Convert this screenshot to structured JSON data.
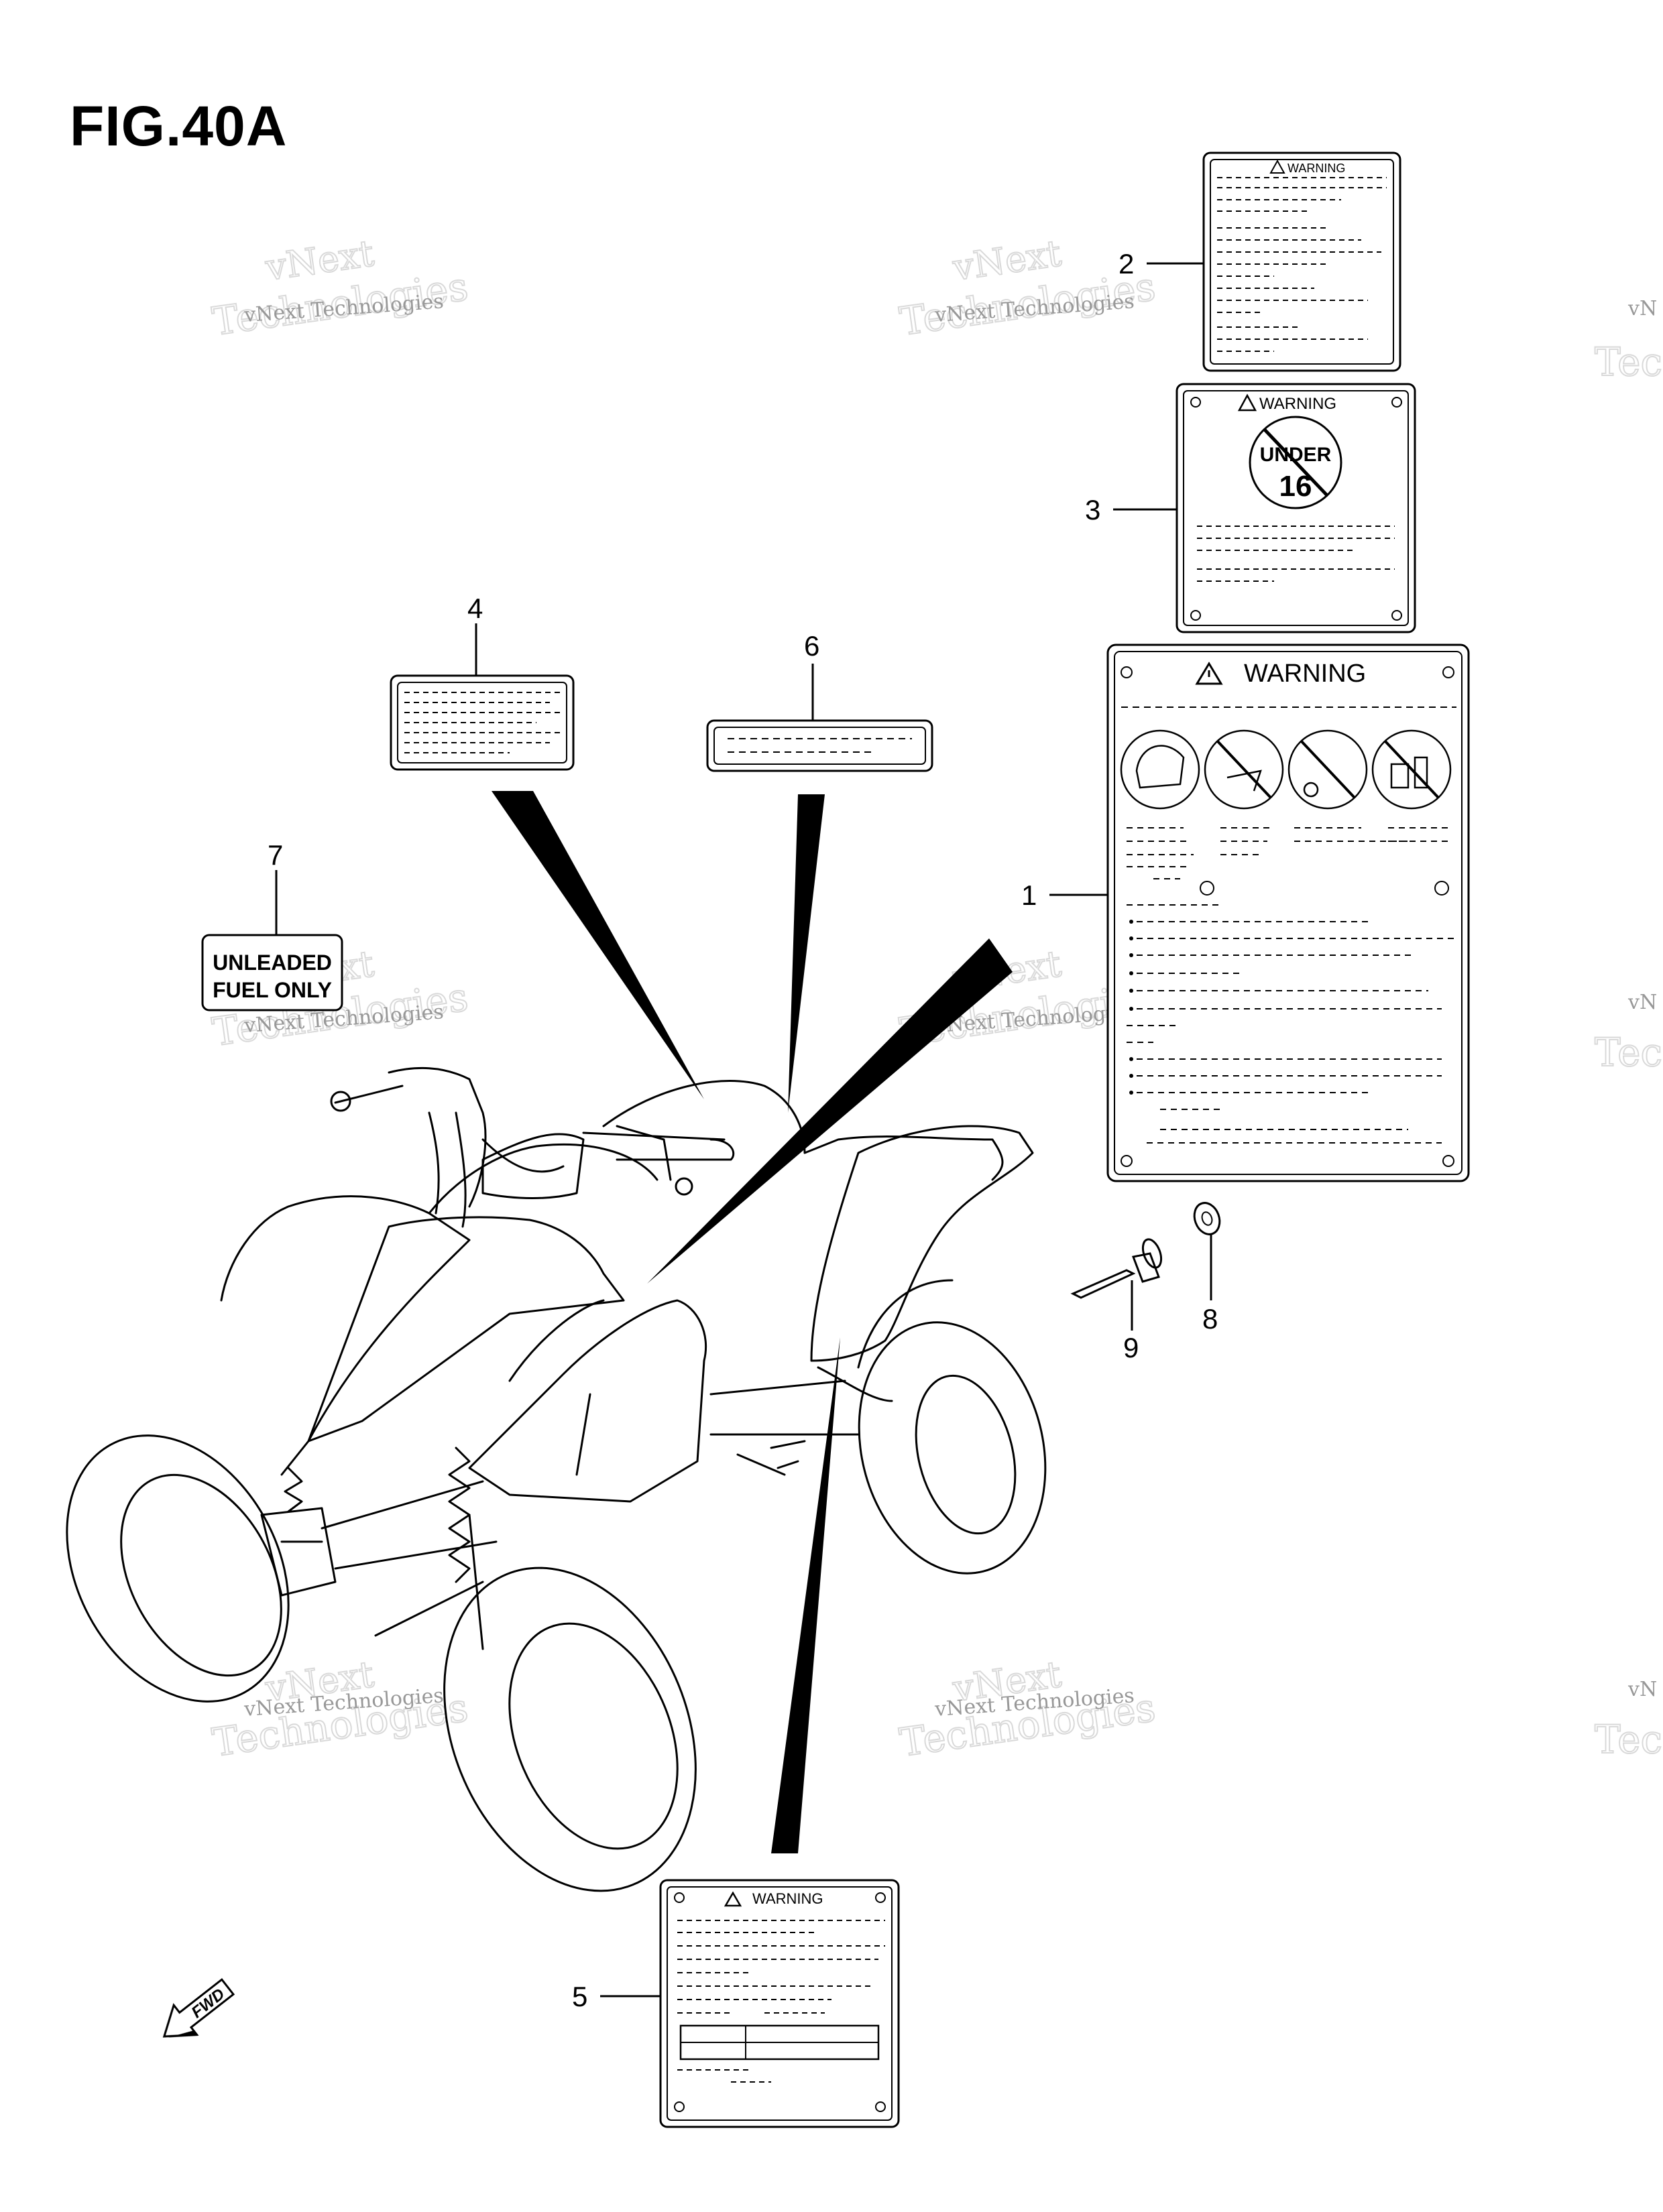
{
  "figure": {
    "title": "FIG.40A"
  },
  "callouts": [
    "1",
    "2",
    "3",
    "4",
    "5",
    "6",
    "7",
    "8",
    "9"
  ],
  "labels": {
    "warning": "WARNING",
    "under16_top": "UNDER",
    "under16_num": "16",
    "fuel_line1": "UNLEADED",
    "fuel_line2": "FUEL ONLY",
    "fwd": "FWD"
  },
  "watermark": {
    "line1": "vNext Technologies",
    "line2": "vNext",
    "line3": "Technologies"
  }
}
